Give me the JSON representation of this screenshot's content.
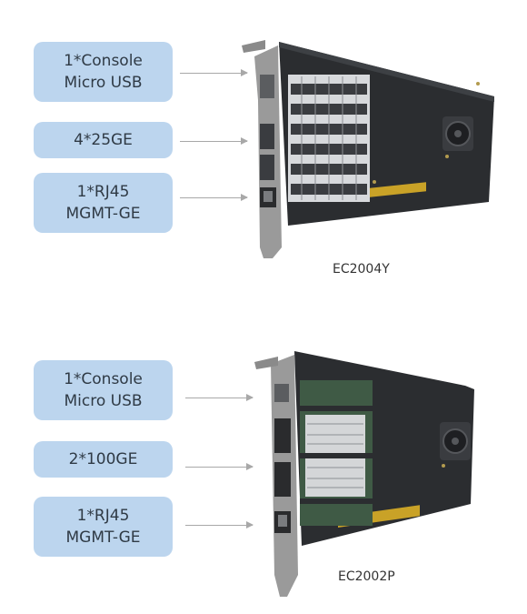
{
  "products": [
    {
      "model": "EC2004Y",
      "labels": [
        {
          "lines": [
            "1*Console",
            "Micro USB"
          ]
        },
        {
          "lines": [
            "4*25GE"
          ]
        },
        {
          "lines": [
            "1*RJ45",
            "MGMT-GE"
          ]
        }
      ]
    },
    {
      "model": "EC2002P",
      "labels": [
        {
          "lines": [
            "1*Console",
            "Micro USB"
          ]
        },
        {
          "lines": [
            "2*100GE"
          ]
        },
        {
          "lines": [
            "1*RJ45",
            "MGMT-GE"
          ]
        }
      ]
    }
  ],
  "colors": {
    "label_bg": "#bcd5ee",
    "arrow": "#a8a8a8",
    "card_body": "#2b2d30",
    "bracket": "#9a9a9a",
    "gold_fingers": "#c9a227"
  },
  "icons": [
    "fan-icon",
    "sfp-cage-icon",
    "rj45-port-icon"
  ]
}
